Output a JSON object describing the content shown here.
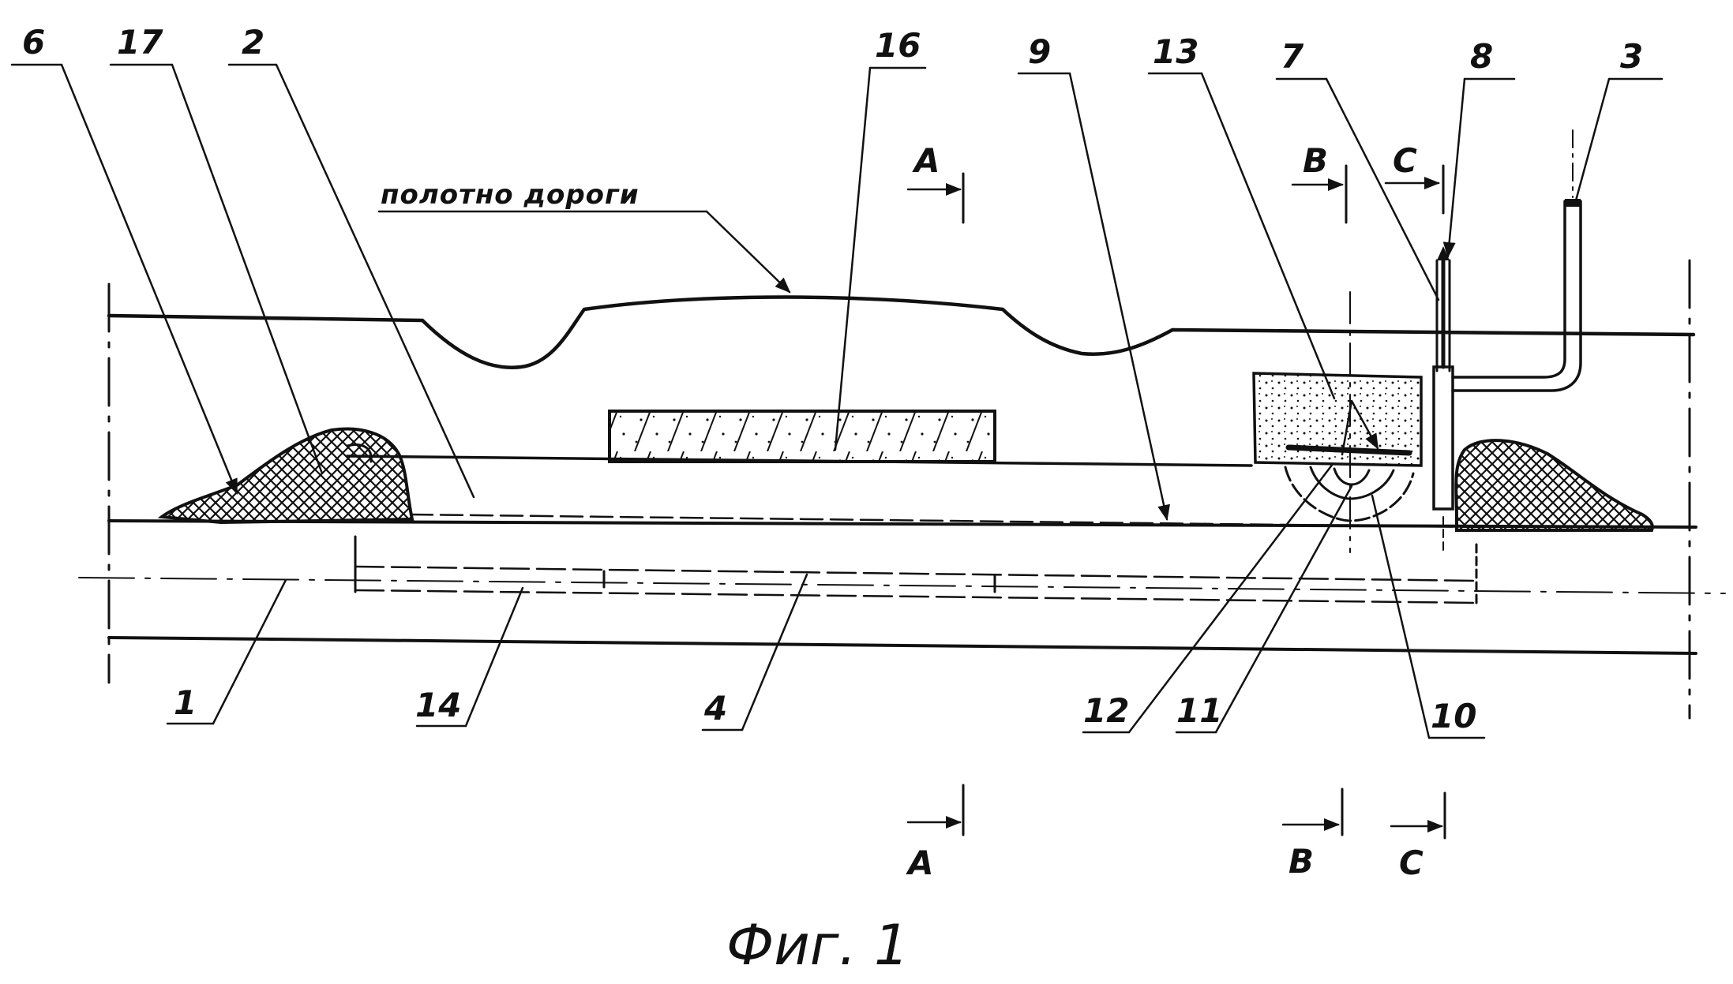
{
  "figure": {
    "caption": "Фиг. 1",
    "road_label": "полотно дороги"
  },
  "callouts": {
    "c6": "6",
    "c17": "17",
    "c2": "2",
    "c16": "16",
    "c9": "9",
    "c13": "13",
    "c7": "7",
    "c8": "8",
    "c3": "3",
    "c1": "1",
    "c14": "14",
    "c4": "4",
    "c12": "12",
    "c11": "11",
    "c10": "10"
  },
  "sections": {
    "a_top": "A",
    "b_top": "B",
    "c_top": "C",
    "a_bottom": "A",
    "b_bottom": "B",
    "c_bottom": "C"
  },
  "colors": {
    "ink": "#111111",
    "paper": "#ffffff"
  }
}
